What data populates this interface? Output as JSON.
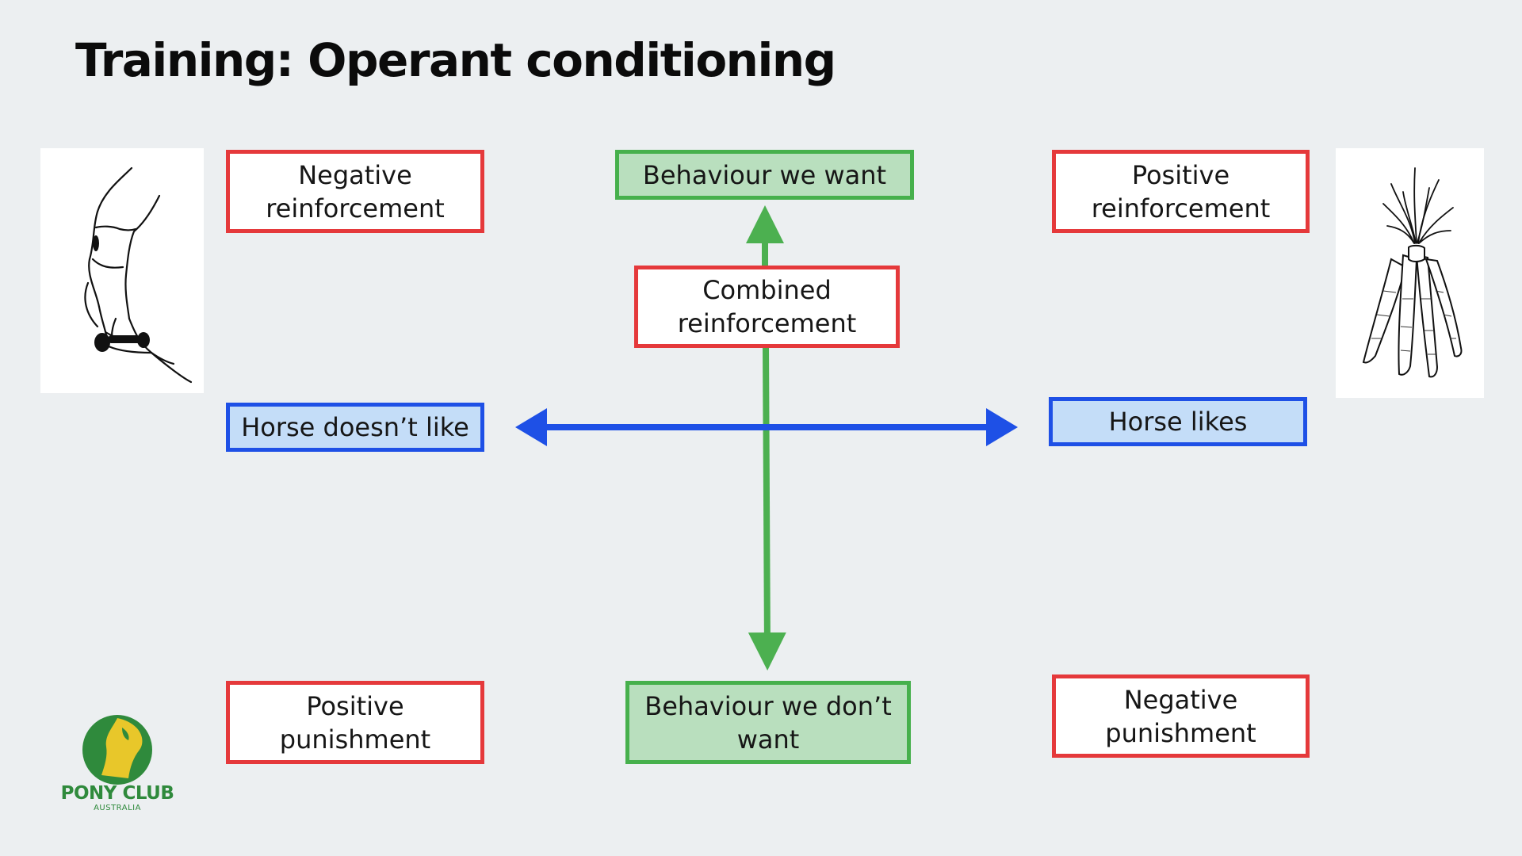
{
  "slide": {
    "title": "Training: Operant conditioning"
  },
  "diagram": {
    "negative_reinforcement": "Negative\nreinforcement",
    "behaviour_we_want": "Behaviour we want",
    "positive_reinforcement": "Positive\nreinforcement",
    "combined_reinforcement": "Combined\nreinforcement",
    "horse_doesnt_like": "Horse doesn’t like",
    "horse_likes": "Horse likes",
    "positive_punishment": "Positive\npunishment",
    "behaviour_we_dont_want": "Behaviour we don’t\nwant",
    "negative_punishment": "Negative\npunishment"
  },
  "images": {
    "left": "leg-with-spur-icon",
    "right": "carrots-icon"
  },
  "logo": {
    "name": "PONY CLUB",
    "subtitle": "AUSTRALIA"
  },
  "colors": {
    "background": "#eceff1",
    "red_border": "#e5393b",
    "green_border": "#46b04c",
    "green_fill": "#b9dfbe",
    "blue_border": "#1e50e6",
    "blue_fill": "#c4ddf8",
    "green_arrow": "#4cb050",
    "blue_arrow": "#1e50e6"
  }
}
